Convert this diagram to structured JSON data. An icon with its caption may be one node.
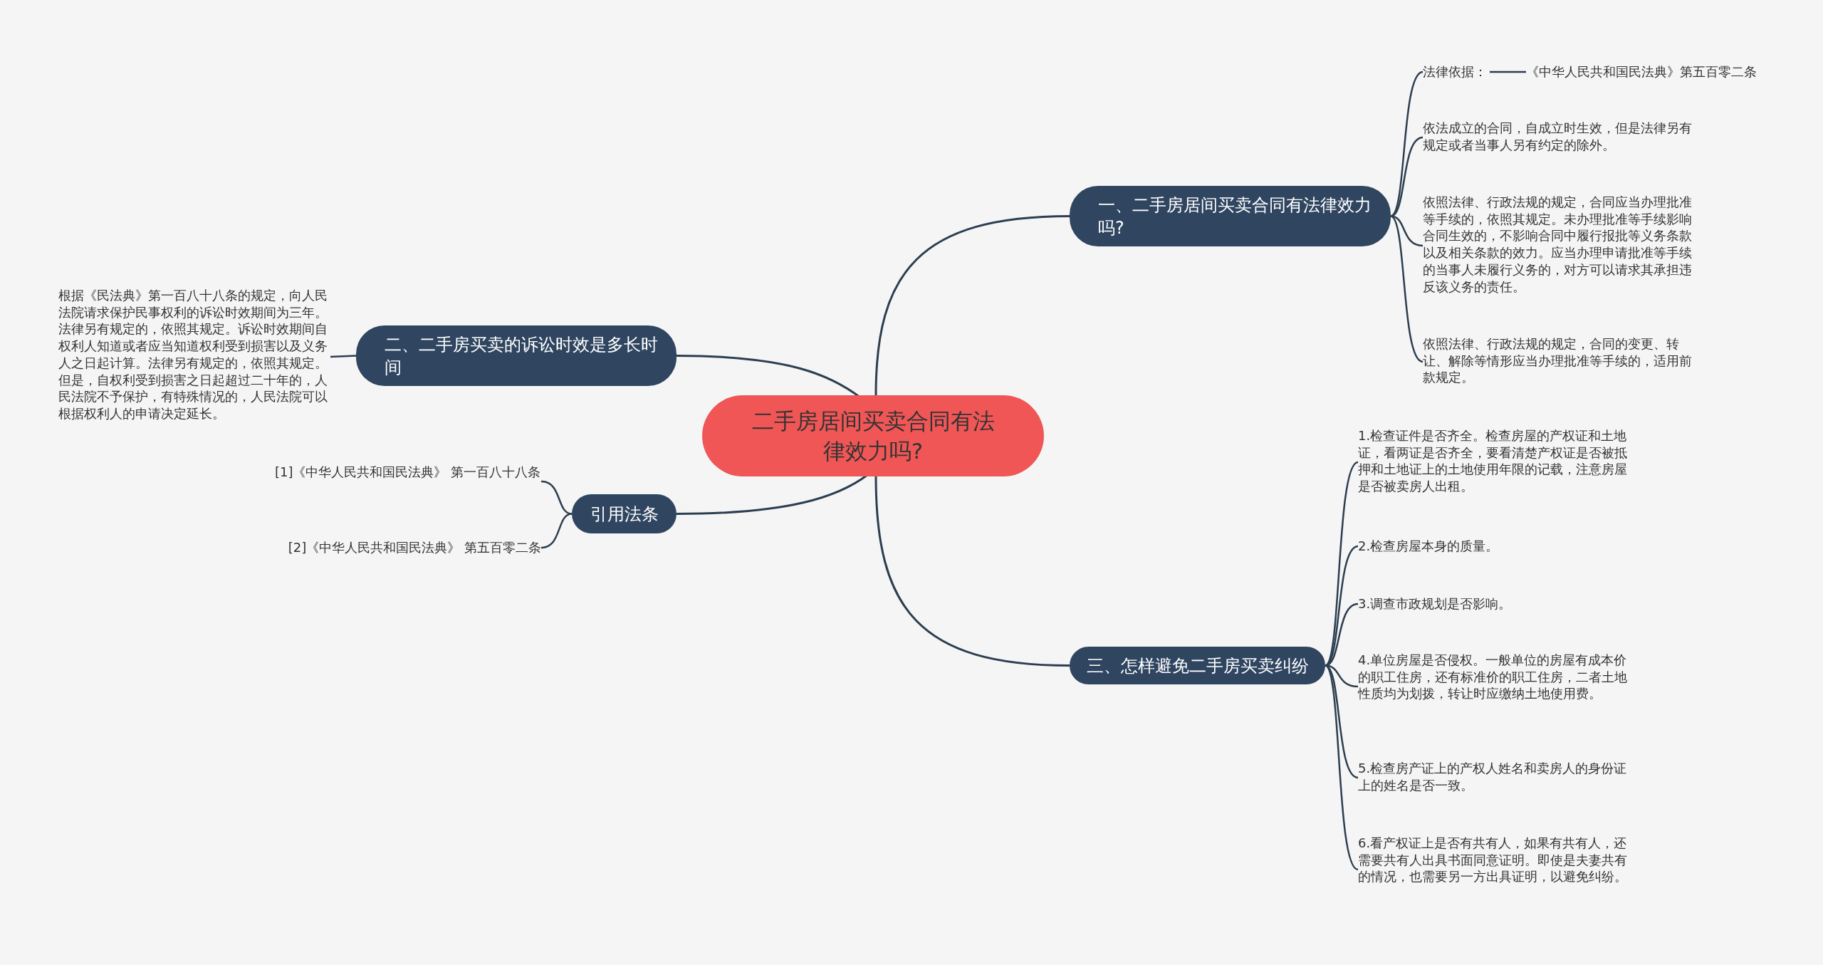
{
  "diagram": {
    "nodes": [
      {
        "text": [
          "二手房居间买卖合同有法律效力吗?"
        ]
      },
      {
        "text": [
          "一、二手房居间买卖合同有法律效力吗?"
        ]
      },
      {
        "text": [
          "法律依据："
        ]
      },
      {
        "text": [
          "《中华人民共和国民法典》第五百零二条"
        ]
      },
      {
        "text": [
          "依法成立的合同，自成立时生效，但是法律另有规定或者当事人另有约定的除外。"
        ]
      },
      {
        "text": [
          "依照法律、行政法规的规定，合同应当办理批准等手续的，依照其规定。未办理批准等手续影响合同生效的，不影响合同中履行报批等义务条款以及相关条款的效力。应当办理申请批准等手续的当事人未履行义务的，对方可以请求其承担违反该义务的责任。"
        ]
      },
      {
        "text": [
          "依照法律、行政法规的规定，合同的变更、转让、解除等情形应当办理批准等手续的，适用前款规定。"
        ]
      },
      {
        "text": [
          "二、二手房买卖的诉讼时效是多长时间"
        ]
      },
      {
        "text": [
          "根据《民法典》第一百八十八条的规定，向人民法院请求保护民事权利的诉讼时效期间为三年。法律另有规定的，依照其规定。诉讼时效期间自权利人知道或者应当知道权利受到损害以及义务人之日起计算。法律另有规定的，依照其规定。但是，自权利受到损害之日起超过二十年的，人民法院不予保护，有特殊情况的，人民法院可以根据权利人的申请决定延长。"
        ]
      },
      {
        "text": [
          "引用法条"
        ]
      },
      {
        "text": [
          "[1]《中华人民共和国民法典》 第一百八十八条"
        ]
      },
      {
        "text": [
          "[2]《中华人民共和国民法典》 第五百零二条"
        ]
      },
      {
        "text": [
          "三、怎样避免二手房买卖纠纷"
        ]
      },
      {
        "text": [
          "1.检查证件是否齐全。检查房屋的产权证和土地证，看两证是否齐全，要看清楚产权证是否被抵押和土地证上的土地使用年限的记载，注意房屋是否被卖房人出租。"
        ]
      },
      {
        "text": [
          "2.检查房屋本身的质量。"
        ]
      },
      {
        "text": [
          "3.调查市政规划是否影响。"
        ]
      },
      {
        "text": [
          "4.单位房屋是否侵权。一般单位的房屋有成本价的职工住房，还有标准价的职工住房，二者土地性质均为划拨，转让时应缴纳土地使用费。"
        ]
      },
      {
        "text": [
          "5.检查房产证上的产权人姓名和卖房人的身份证上的姓名是否一致。"
        ]
      },
      {
        "text": [
          "6.看产权证上是否有共有人，如果有共有人，还需要共有人出具书面同意证明。即使是夫妻共有的情况，也需要另一方出具证明，以避免纠纷。"
        ]
      }
    ],
    "edges": [
      {
        "from": 0,
        "to": 1,
        "arrow": "none"
      },
      {
        "from": 0,
        "to": 7,
        "arrow": "none"
      },
      {
        "from": 0,
        "to": 9,
        "arrow": "none"
      },
      {
        "from": 0,
        "to": 12,
        "arrow": "none"
      },
      {
        "from": 1,
        "to": 2,
        "arrow": "none"
      },
      {
        "from": 2,
        "to": 3,
        "arrow": "none"
      },
      {
        "from": 1,
        "to": 4,
        "arrow": "none"
      },
      {
        "from": 1,
        "to": 5,
        "arrow": "none"
      },
      {
        "from": 1,
        "to": 6,
        "arrow": "none"
      },
      {
        "from": 7,
        "to": 8,
        "arrow": "none"
      },
      {
        "from": 9,
        "to": 10,
        "arrow": "none"
      },
      {
        "from": 9,
        "to": 11,
        "arrow": "none"
      },
      {
        "from": 12,
        "to": 13,
        "arrow": "none"
      },
      {
        "from": 12,
        "to": 14,
        "arrow": "none"
      },
      {
        "from": 12,
        "to": 15,
        "arrow": "none"
      },
      {
        "from": 12,
        "to": 16,
        "arrow": "none"
      },
      {
        "from": 12,
        "to": 17,
        "arrow": "none"
      },
      {
        "from": 12,
        "to": 18,
        "arrow": "none"
      }
    ]
  }
}
